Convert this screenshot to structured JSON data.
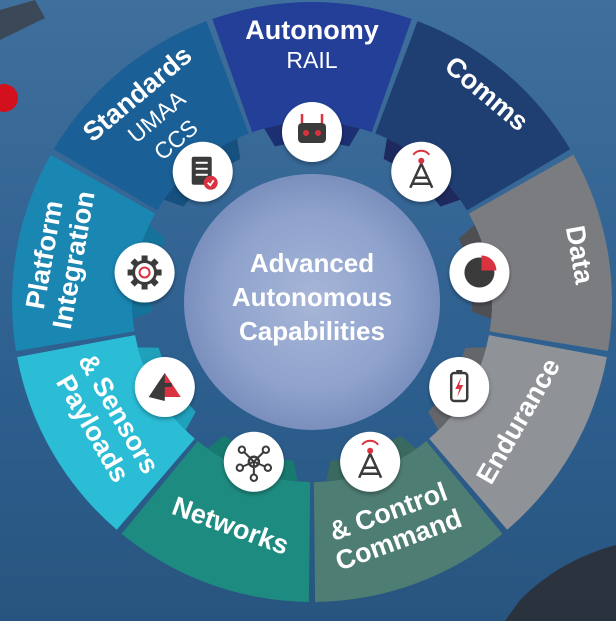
{
  "center": {
    "lines": [
      "Advanced",
      "Autonomous",
      "Capabilities"
    ]
  },
  "segments": [
    {
      "id": "autonomy",
      "label": [
        "Autonomy"
      ],
      "sublabel": [
        "RAIL"
      ],
      "color": "#233f98",
      "icon": "remote-control-icon",
      "icon_ring": "#1c2f72"
    },
    {
      "id": "comms",
      "label": [
        "Comms"
      ],
      "sublabel": [],
      "color": "#1f3e72",
      "icon": "radio-tower-icon",
      "icon_ring": "#1e2a5e"
    },
    {
      "id": "data",
      "label": [
        "Data"
      ],
      "sublabel": [],
      "color": "#7a7c80",
      "icon": "pie-chart-icon",
      "icon_ring": "#4d4f53"
    },
    {
      "id": "endurance",
      "label": [
        "Endurance"
      ],
      "sublabel": [],
      "color": "#8f9297",
      "icon": "battery-icon",
      "icon_ring": "#63666b"
    },
    {
      "id": "command",
      "label": [
        "Command",
        "& Control"
      ],
      "sublabel": [],
      "color": "#4e7d73",
      "icon": "antenna-tower-icon",
      "icon_ring": "#3a6a5f"
    },
    {
      "id": "networks",
      "label": [
        "Networks"
      ],
      "sublabel": [],
      "color": "#1e8b80",
      "icon": "network-hub-icon",
      "icon_ring": "#177a6f"
    },
    {
      "id": "payloads",
      "label": [
        "Payloads",
        "& Sensors"
      ],
      "sublabel": [],
      "color": "#2bbcd6",
      "icon": "pyramid-sensor-icon",
      "icon_ring": "#1fa0bb"
    },
    {
      "id": "platform",
      "label": [
        "Platform",
        "Integration"
      ],
      "sublabel": [],
      "color": "#1a86b2",
      "icon": "gear-icon",
      "icon_ring": "#15729a"
    },
    {
      "id": "standards",
      "label": [
        "Standards"
      ],
      "sublabel": [
        "UMAA",
        "CCS"
      ],
      "color": "#1a5f95",
      "icon": "checklist-document-icon",
      "icon_ring": "#16507f"
    }
  ],
  "colors": {
    "center_fill": "#8a9fc8",
    "icon_red": "#d9333f",
    "icon_dark": "#3a3a3a"
  }
}
